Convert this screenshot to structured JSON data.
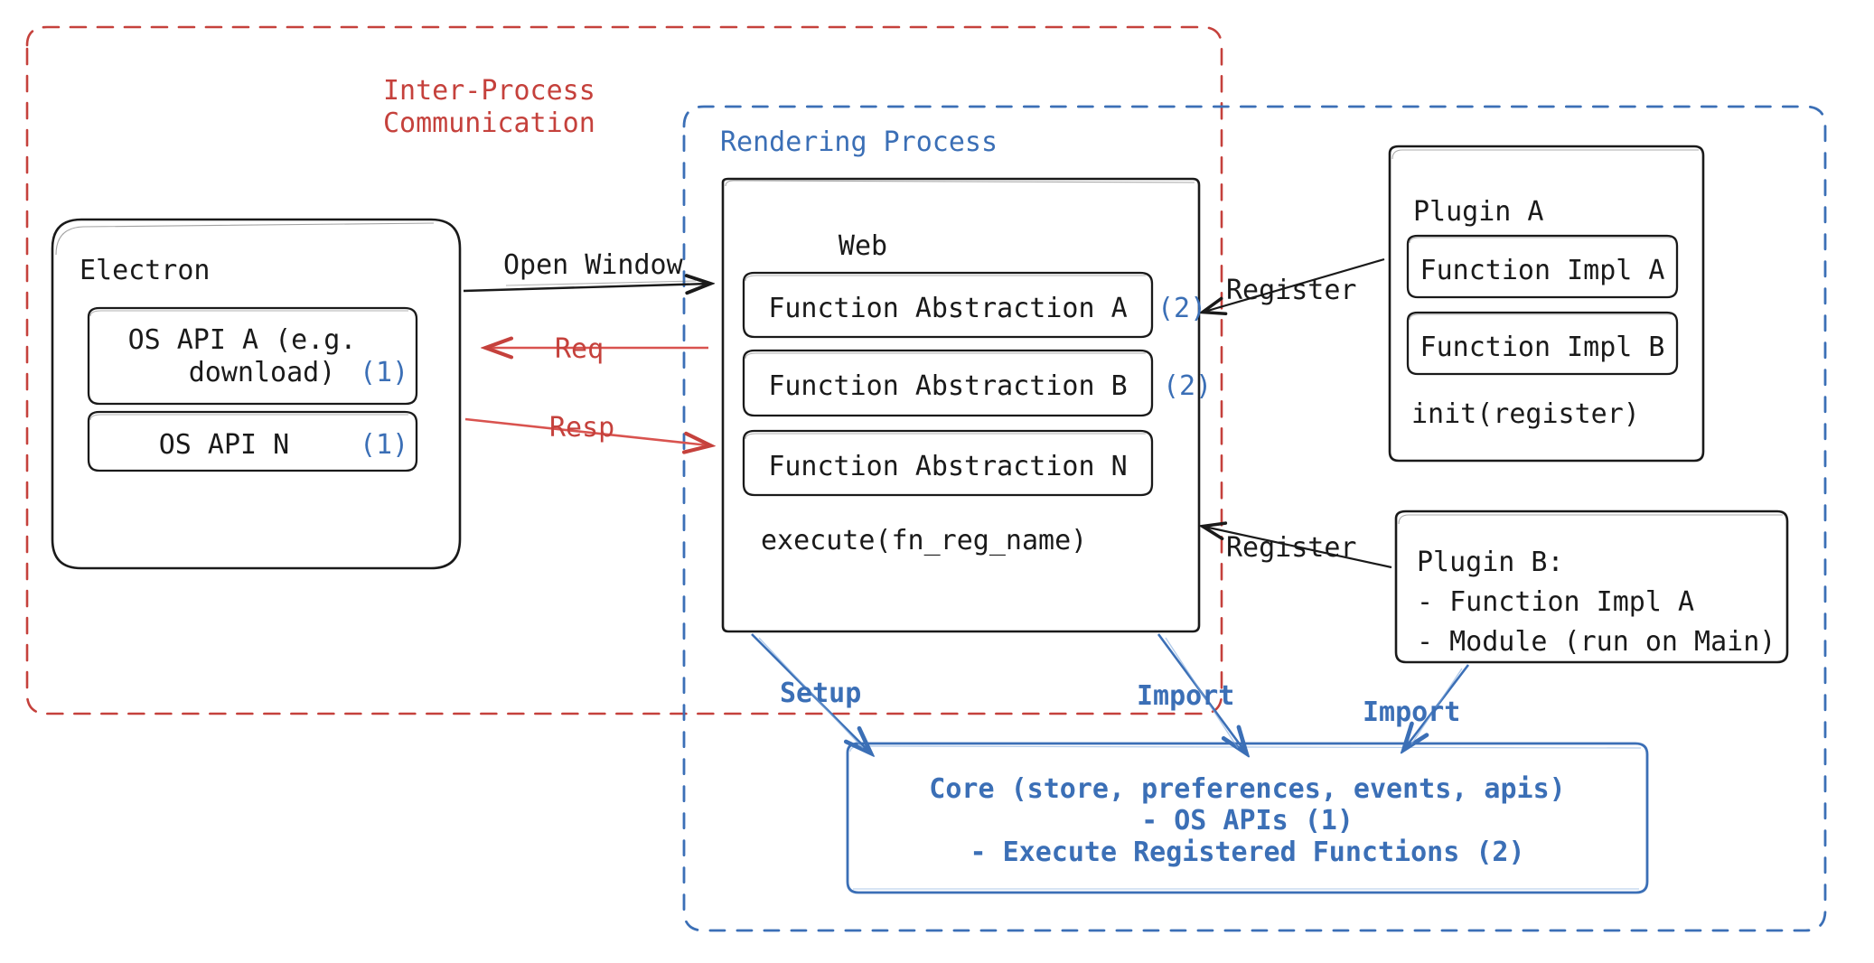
{
  "diagram": {
    "title": "Electron plugin architecture",
    "colors": {
      "ipc_red": "#c5413c",
      "render_blue": "#3b6fb6",
      "box_black": "#1a1a1a",
      "background": "#ffffff"
    },
    "groups": {
      "ipc": {
        "label_line1": "Inter-Process",
        "label_line2": "Communication",
        "style": "dashed",
        "color": "#c5413c"
      },
      "rendering": {
        "label": "Rendering Process",
        "style": "dashed",
        "color": "#3b6fb6"
      }
    },
    "electron": {
      "title": "Electron",
      "items": [
        {
          "text_line1": "OS API A (e.g.",
          "text_line2": "download)",
          "tag": "(1)"
        },
        {
          "text_line1": "OS API N",
          "text_line2": "",
          "tag": "(1)"
        }
      ]
    },
    "web": {
      "title": "Web",
      "items": [
        {
          "label": "Function Abstraction A",
          "tag": "(2)"
        },
        {
          "label": "Function Abstraction B",
          "tag": "(2)"
        },
        {
          "label": "Function Abstraction N",
          "tag": ""
        }
      ],
      "footer": "execute(fn_reg_name)"
    },
    "plugin_a": {
      "title": "Plugin A",
      "items": [
        {
          "label": "Function Impl A"
        },
        {
          "label": "Function Impl B"
        }
      ],
      "footer": "init(register)"
    },
    "plugin_b": {
      "line1": "Plugin B:",
      "line2": "- Function Impl A",
      "line3": "- Module (run on Main)"
    },
    "core": {
      "line1": "Core (store, preferences, events, apis)",
      "line2": "- OS APIs (1)",
      "line3": "- Execute Registered Functions (2)"
    },
    "edges": {
      "open_window": "Open Window",
      "req": "Req",
      "resp": "Resp",
      "register_top": "Register",
      "register_bottom": "Register",
      "setup": "Setup",
      "import_web": "Import",
      "import_plugin_b": "Import"
    }
  }
}
